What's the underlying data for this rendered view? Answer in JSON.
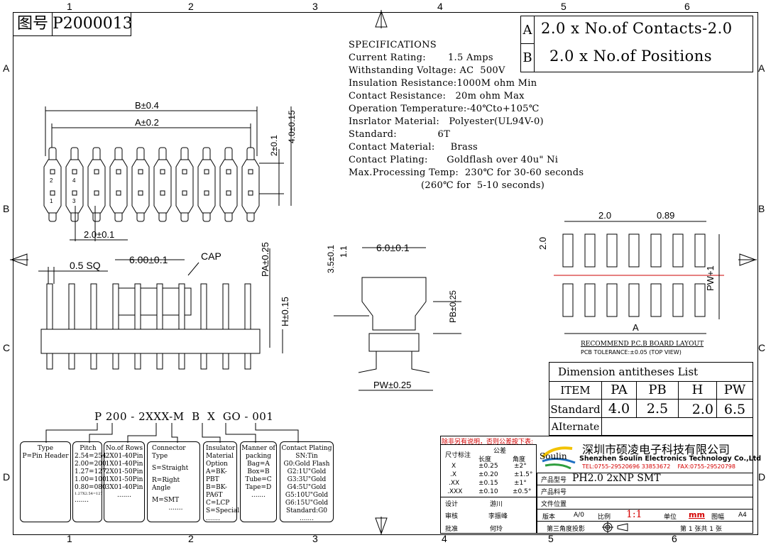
{
  "drawing_no_label": "图号",
  "drawing_no": "P2000013",
  "grid": {
    "cols": [
      "1",
      "2",
      "3",
      "4",
      "5",
      "6"
    ],
    "rows": [
      "A",
      "B",
      "C",
      "D"
    ]
  },
  "dim_formula": {
    "A_label": "A",
    "A_value": "2.0 x No.of Contacts-2.0",
    "B_label": "B",
    "B_value": "2.0 x No.of Positions"
  },
  "specifications": {
    "title": "SPECIFICATIONS",
    "lines": [
      "Current Rating:       1.5 Amps",
      "Withstanding Voltage: AC  500V",
      "Insulation Resistance:1000M ohm Min",
      "Contact Resistance:   20m ohm Max",
      "Operation Temperature:-40℃to+105℃",
      "Insrlator Material:   Polyester(UL94V-0)",
      "Standard:             6T",
      "Contact Material:     Brass",
      "Contact Plating:      Goldflash over 40u\" Ni",
      "Max.Processing Temp:  230℃ for 30-60 seconds",
      "                       (260℃ for  5-10 seconds)"
    ]
  },
  "top_view": {
    "dim_b": "B±0.4",
    "dim_a": "A±0.2",
    "dim_pitch": "2.0±0.1",
    "dim_v1": "2±0.1",
    "dim_v2": "4.0±0.15",
    "pin_labels": [
      "2",
      "4",
      "1",
      "3"
    ]
  },
  "side_view": {
    "sq": "0.5 SQ",
    "cap_dim": "6.00±0.1",
    "cap": "CAP",
    "pa": "PA±0.25",
    "h": "H±0.15"
  },
  "end_view": {
    "w": "6.0±0.1",
    "v1": "3.5±0.1",
    "v2": "1.1",
    "pb": "PB±0.25",
    "pw": "PW±0.25"
  },
  "pcb_layout": {
    "d1": "2.0",
    "d2": "0.89",
    "d3": "2.0",
    "pw": "PW+1",
    "a": "A",
    "caption": "RECOMMEND P.C.B BOARD LAYOUT",
    "tolerance": "PCB TOLERANCE:±0.05 (TOP VIEW)"
  },
  "dim_list": {
    "title": "Dimension antitheses List",
    "headers": [
      "ITEM",
      "PA",
      "PB",
      "H",
      "PW"
    ],
    "rows": [
      [
        "Standard",
        "4.0",
        "2.5",
        "2.0",
        "6.5"
      ],
      [
        "AIternate",
        "",
        "",
        "",
        ""
      ]
    ]
  },
  "part_number": {
    "code": "P 200 - 2XXX-M  B  X  GO - 001",
    "boxes": [
      {
        "title": "Type",
        "lines": [
          "P=Pin Header"
        ]
      },
      {
        "title": "Pitch",
        "lines": [
          "2.54=254",
          "2.00=200",
          "1.27=127",
          "1.00=100",
          "0.80=080",
          "1.27X2.54=127",
          "......."
        ]
      },
      {
        "title": "No.of Rows",
        "lines": [
          "2X01-40Pin",
          "1X01-40Pin",
          "2X01-50Pin",
          "1X01-50Pin",
          "3X01-40Pin",
          "......."
        ]
      },
      {
        "title": "Connector Type",
        "lines": [
          "S=Straight",
          "R=Right Angle",
          "M=SMT",
          "......."
        ]
      },
      {
        "title": "Insulator Material Option",
        "lines": [
          "A=BK-PBT",
          "B=BK-PA6T",
          "C=LCP",
          "S=Special",
          "......."
        ]
      },
      {
        "title": "Manner of packing",
        "lines": [
          "Bag=A",
          "Box=B",
          "Tube=C",
          "Tape=D",
          "......."
        ]
      },
      {
        "title": "Contact Plating",
        "lines": [
          "SN:Tin",
          "G0:Gold Flash",
          "G2:1U\"Gold",
          "G3:3U\"Gold",
          "G4:5U\"Gold",
          "G5:10U\"Gold",
          "G6:15U\"Gold",
          "Standard:G0",
          "......."
        ]
      }
    ]
  },
  "title_block": {
    "note": "除非另有说明，否则公差按下表:",
    "tol_header": "公差",
    "size_label": "尺寸标注",
    "col_len": "长度",
    "col_ang": "角度",
    "tol_rows": [
      [
        "X",
        "±0.25",
        "±2°"
      ],
      [
        ".X",
        "±0.20",
        "±1.5°"
      ],
      [
        ".XX",
        "±0.15",
        "±1°"
      ],
      [
        ".XXX",
        "±0.10",
        "±0.5°"
      ]
    ],
    "design_label": "设计",
    "design_name": "游川",
    "review_label": "审核",
    "review_name": "李振峰",
    "approve_label": "批准",
    "approve_name": "何玲",
    "company_cn": "深圳市硕凌电子科技有限公司",
    "company_en": "Shenzhen Soulin Electronics Technology Co.,Ltd",
    "contact": "TEL:0755-29520696 33853672    FAX:0755-29520798",
    "logo_text": "Soulin",
    "model_label": "产品型号",
    "model_value": "PH2.0 2xNP SMT",
    "material_label": "产品料号",
    "material_value": "",
    "doc_label": "文件位置",
    "doc_value": "",
    "rev_label": "版本",
    "rev_value": "A/0",
    "scale_label": "比例",
    "scale_value": "1:1",
    "unit_label": "单位",
    "unit_value": "mm",
    "size_label2": "图幅",
    "size_value": "A4",
    "projection": "第三角度投影",
    "sheet": "第 1 张共 1 张"
  },
  "colors": {
    "accent_red": "#d40000",
    "logo_yellow": "#f2c200",
    "logo_green": "#2e9e3e",
    "logo_blue": "#1d6fc2"
  }
}
